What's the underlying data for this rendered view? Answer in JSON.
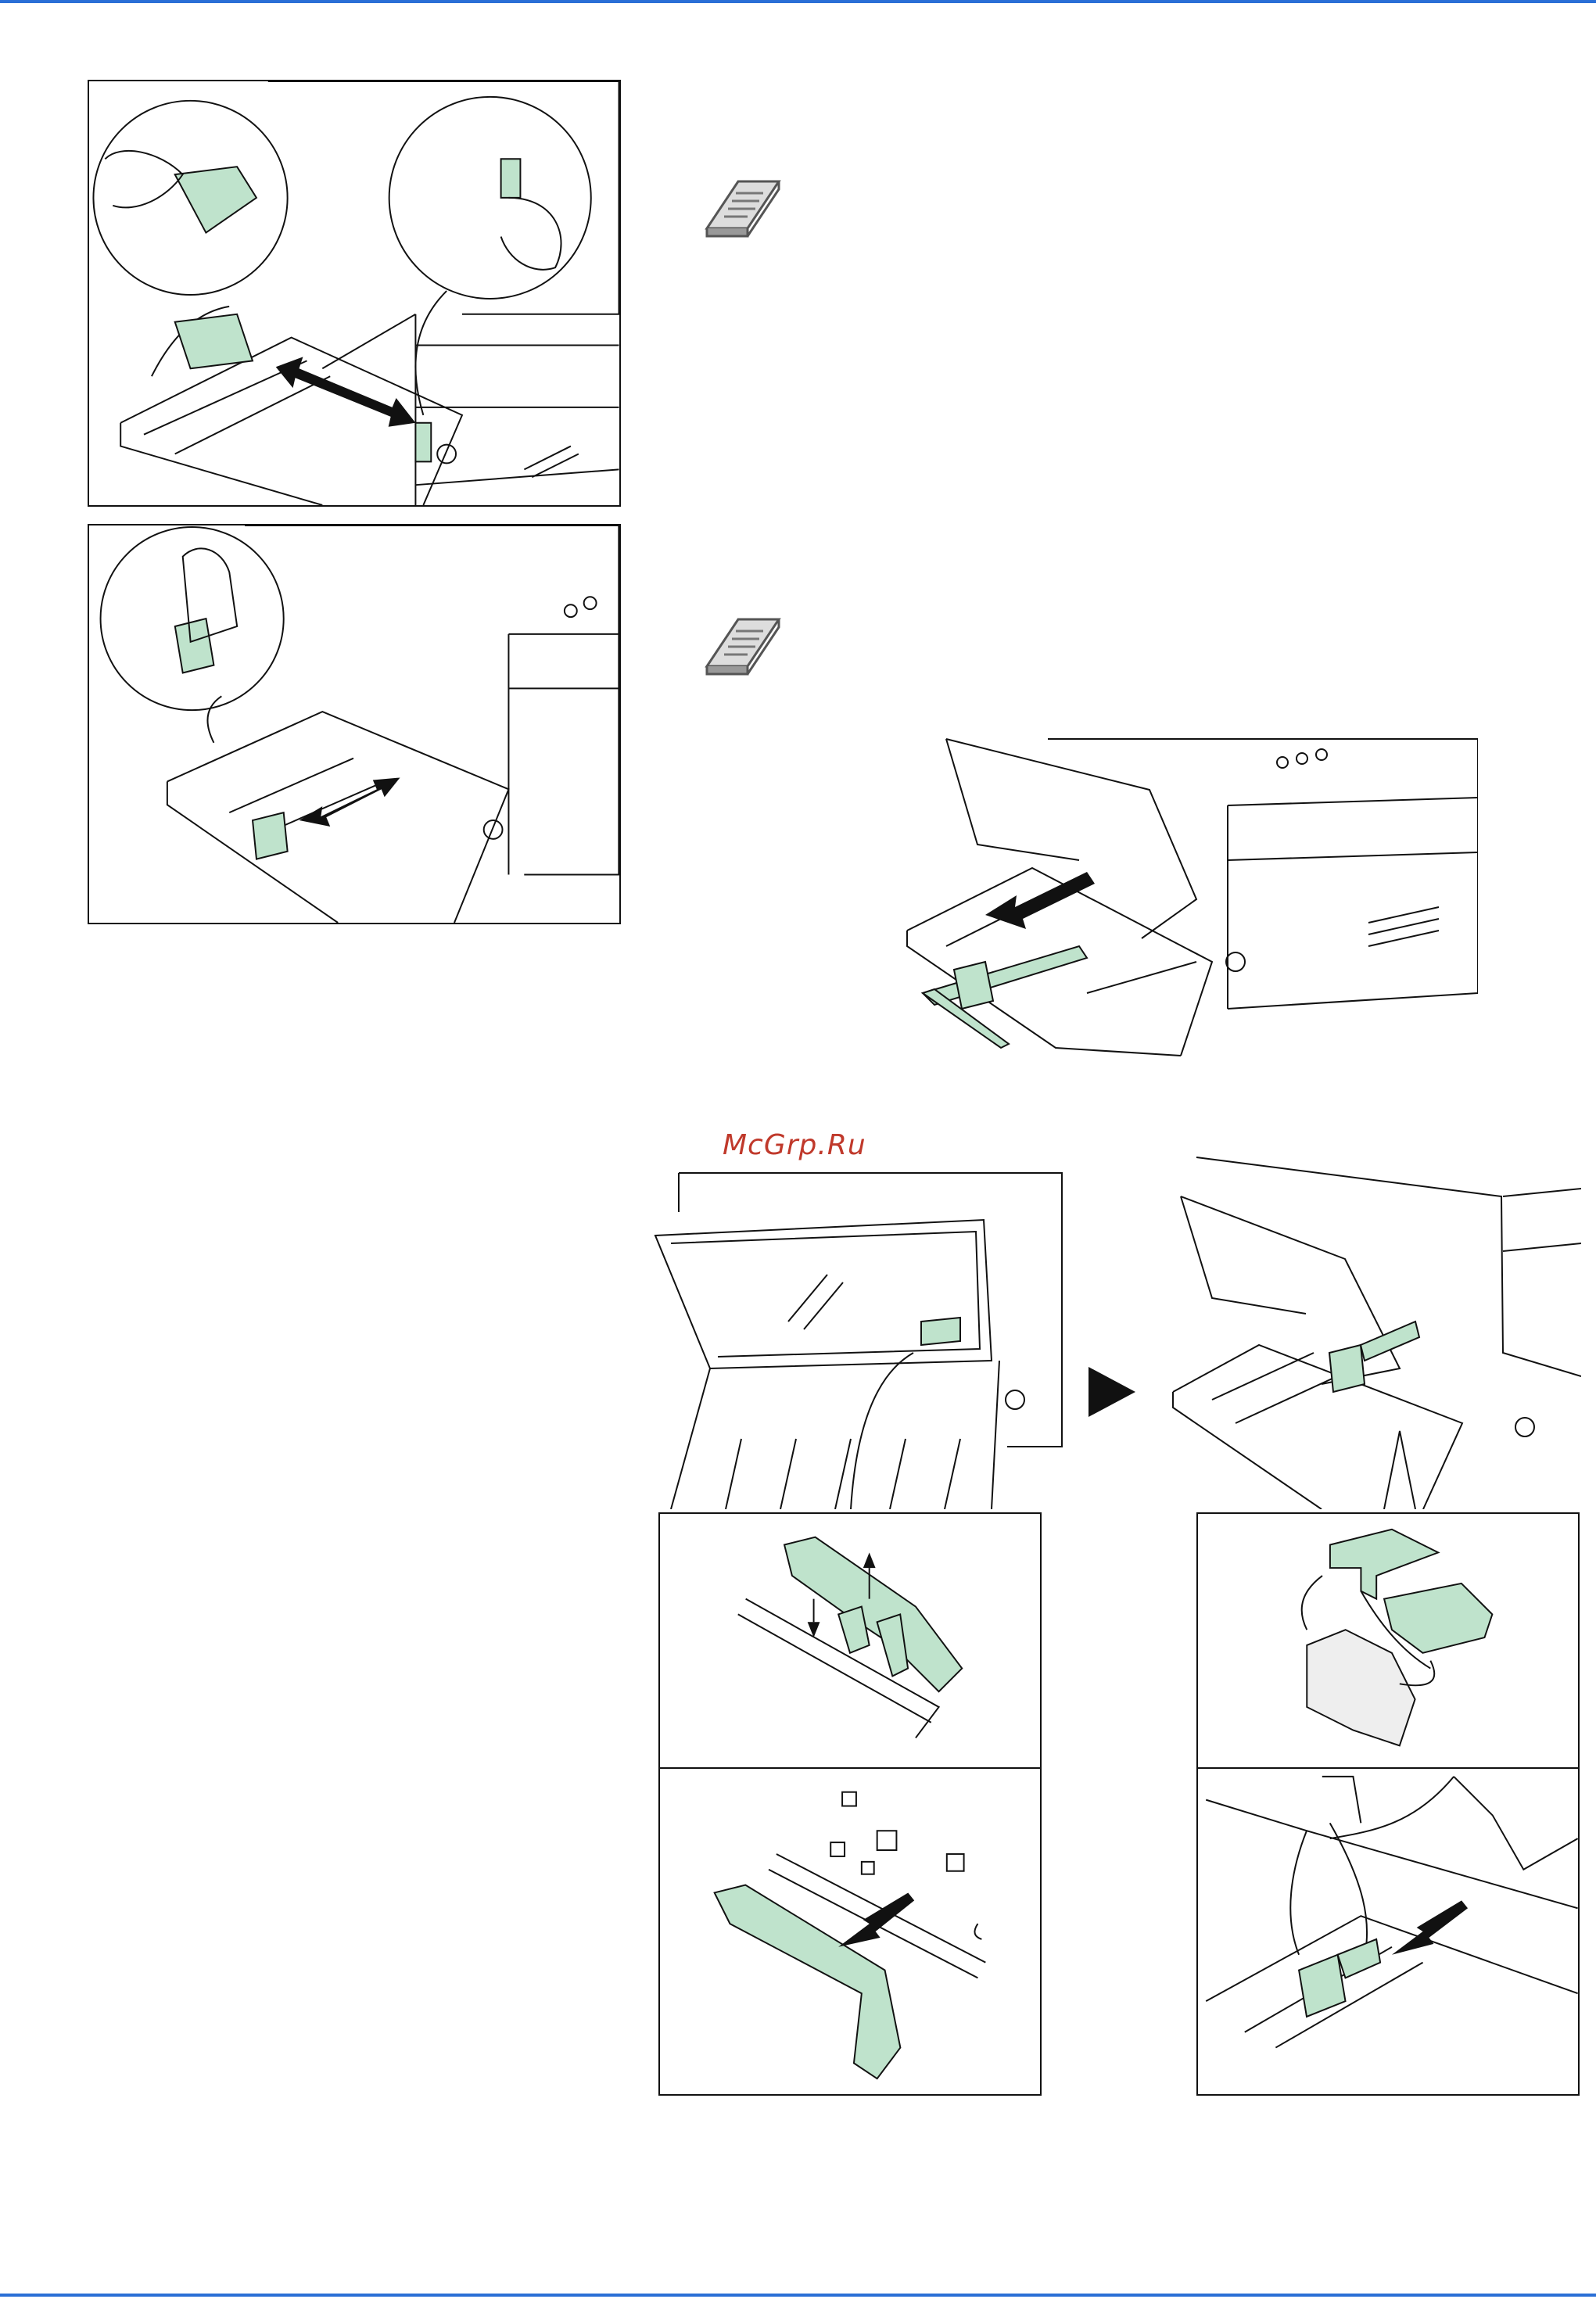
{
  "watermark": {
    "text": "McGrp.Ru"
  },
  "colors": {
    "rule": "#2a6fd6",
    "accent_green": "#bfe3cc",
    "line": "#111111",
    "watermark": "#c0392b"
  },
  "icons": {
    "note": "note-icon",
    "step_arrow": "triangle-right-icon"
  },
  "figures": [
    {
      "id": "fig-width-guide",
      "icon": "illustration-paper-width-guide"
    },
    {
      "id": "fig-length-guide",
      "icon": "illustration-paper-length-guide"
    },
    {
      "id": "fig-extend-tray",
      "icon": "illustration-tray-extension"
    },
    {
      "id": "fig-guide-stored",
      "icon": "illustration-guide-stored-in-cover"
    },
    {
      "id": "fig-guide-installed",
      "icon": "illustration-guide-installed"
    },
    {
      "id": "fig-detail-release",
      "icon": "illustration-detail-release-guide"
    },
    {
      "id": "fig-detail-assemble",
      "icon": "illustration-detail-assemble-guide"
    },
    {
      "id": "fig-detail-remove",
      "icon": "illustration-detail-remove-guide"
    },
    {
      "id": "fig-detail-insert",
      "icon": "illustration-detail-insert-guide"
    }
  ]
}
